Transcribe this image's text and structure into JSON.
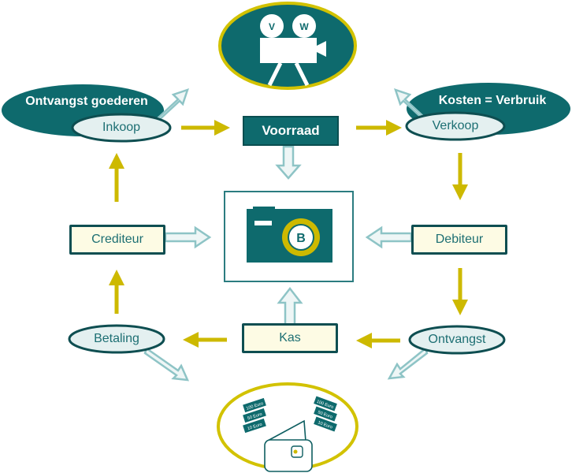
{
  "colors": {
    "teal": "#0e6a6d",
    "teal_dark": "#0e4e51",
    "yellow": "#cdb900",
    "cream": "#fdfbe4",
    "light_fill": "#e4f0f0",
    "hollow_arrow": "#8ec4c6"
  },
  "nodes": {
    "camera_top": {
      "icon": "film-camera-icon",
      "reel_left": "V",
      "reel_right": "W"
    },
    "ontvangst_goederen": "Ontvangst goederen",
    "inkoop": "Inkoop",
    "voorraad": "Voorraad",
    "kosten_verbruik": "Kosten = Verbruik",
    "verkoop": "Verkoop",
    "crediteur": "Crediteur",
    "center": {
      "icon": "photo-camera-icon",
      "lens_label": "B"
    },
    "debiteur": "Debiteur",
    "betaling": "Betaling",
    "kas": "Kas",
    "ontvangst": "Ontvangst",
    "wallet": {
      "icon": "wallet-icon",
      "notes_left": [
        "100 Euro",
        "50 Euro",
        "10 Euro"
      ],
      "notes_right": [
        "100 Euro",
        "50 Euro",
        "10 Euro"
      ]
    }
  }
}
